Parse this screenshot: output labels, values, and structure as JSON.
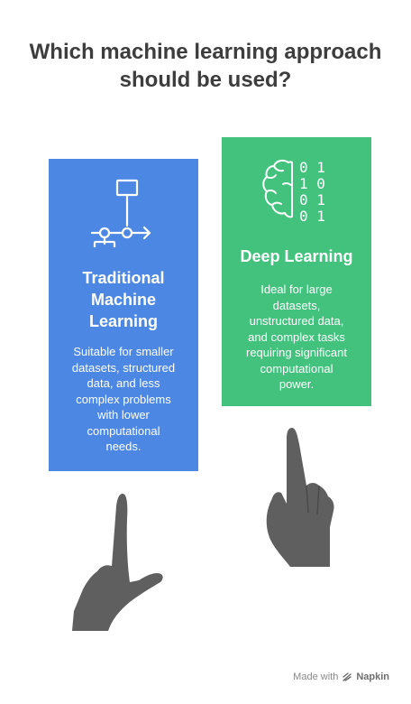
{
  "title": {
    "line1": "Which machine learning approach",
    "line2": "should be used?"
  },
  "cards": [
    {
      "title_lines": [
        "Traditional",
        "Machine",
        "Learning"
      ],
      "desc_lines": [
        "Suitable for smaller",
        "datasets, structured",
        "data, and less",
        "complex problems",
        "with lower",
        "computational",
        "needs."
      ],
      "color": "#4d87e4",
      "icon": "flowchart-icon"
    },
    {
      "title_lines": [
        "Deep Learning"
      ],
      "desc_lines": [
        "Ideal for large",
        "datasets,",
        "unstructured data,",
        "and complex tasks",
        "requiring significant",
        "computational",
        "power."
      ],
      "color": "#42c27d",
      "icon": "brain-binary-icon",
      "binary": [
        "0 1",
        "1 0",
        "0 1",
        "0 1"
      ]
    }
  ],
  "footer": {
    "made_with": "Made with",
    "brand": "Napkin"
  },
  "colors": {
    "hand": "#5f5f5f",
    "title": "#3d3d3d"
  }
}
